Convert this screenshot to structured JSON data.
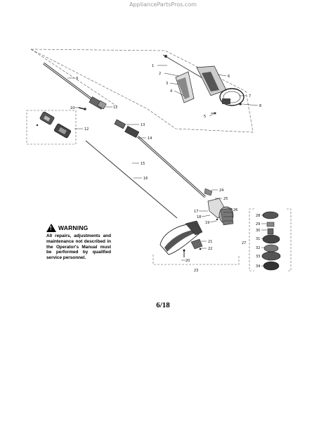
{
  "header": {
    "watermark": "AppliancePartsPros.com"
  },
  "diagram": {
    "callouts": [
      "1",
      "2",
      "3",
      "4",
      "5",
      "6",
      "7",
      "8",
      "9",
      "10",
      "11",
      "12",
      "13",
      "14",
      "15",
      "16",
      "17",
      "18",
      "19",
      "20",
      "21",
      "22",
      "23",
      "24",
      "25",
      "26",
      "27",
      "28",
      "29",
      "30",
      "31",
      "32",
      "33",
      "34"
    ]
  },
  "warning": {
    "title": "WARNING",
    "text": "All repairs, adjustments and maintenance not described in the Operator's Manual must be performed by qualified service personnel."
  },
  "footer": {
    "page_number": "6/18"
  }
}
